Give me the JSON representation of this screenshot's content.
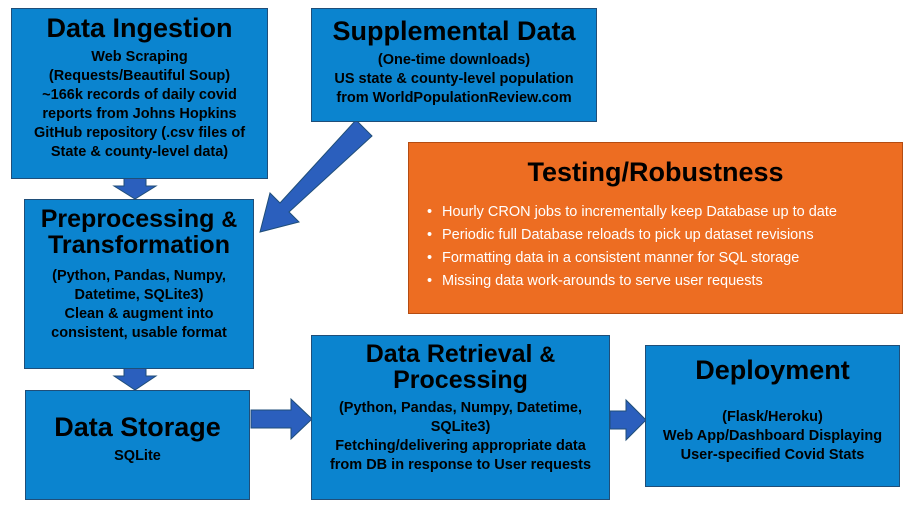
{
  "boxes": {
    "ingestion": {
      "title": "Data Ingestion",
      "lines": [
        "Web Scraping",
        "(Requests/Beautiful Soup)",
        "~166k records of daily covid",
        "reports from Johns Hopkins",
        "GitHub repository (.csv files of",
        "State & county-level data)"
      ]
    },
    "supplemental": {
      "title": "Supplemental Data",
      "lines": [
        "(One-time downloads)",
        "US state & county-level population",
        "from WorldPopulationReview.com"
      ]
    },
    "testing": {
      "title": "Testing/Robustness",
      "bullets": [
        "Hourly CRON jobs to incrementally keep Database up to date",
        "Periodic full Database reloads to pick up dataset revisions",
        "Formatting data in a consistent manner for SQL storage",
        "Missing data work-arounds to serve user requests"
      ]
    },
    "preprocessing": {
      "title_a": "Preprocessing",
      "amp": "&",
      "title_b": "Transformation",
      "lines": [
        "(Python, Pandas, Numpy,",
        "Datetime, SQLite3)",
        "Clean & augment into",
        "consistent, usable format"
      ]
    },
    "storage": {
      "title": "Data Storage",
      "lines": [
        "SQLite"
      ]
    },
    "retrieval": {
      "title_a": "Data Retrieval",
      "amp": "&",
      "title_b": "Processing",
      "lines": [
        "(Python, Pandas, Numpy, Datetime,",
        "SQLite3)",
        "Fetching/delivering appropriate data",
        "from DB in response to User requests"
      ]
    },
    "deployment": {
      "title": "Deployment",
      "lines": [
        "(Flask/Heroku)",
        "Web App/Dashboard Displaying",
        "User-specified Covid Stats"
      ]
    }
  },
  "colors": {
    "box_blue": "#0b84cf",
    "box_orange": "#ed6d22",
    "arrow": "#2b5fbd",
    "border": "#1f4e79"
  }
}
